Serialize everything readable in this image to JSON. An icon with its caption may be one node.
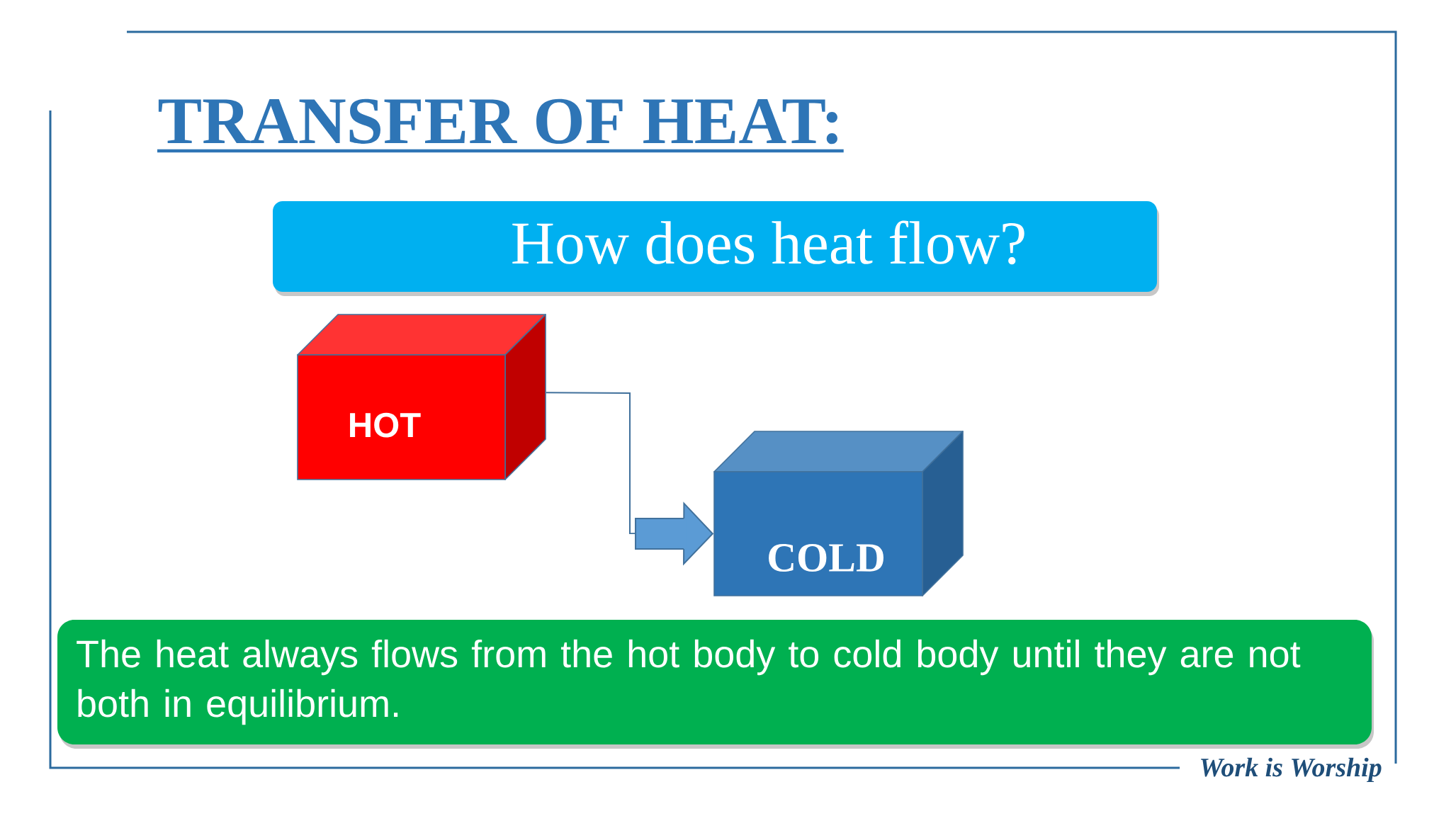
{
  "diagram": {
    "title": "TRANSFER OF HEAT:",
    "nodes": [
      {
        "text": [
          "How does heat flow?"
        ]
      },
      {
        "text": [
          "HOT"
        ]
      },
      {
        "text": [
          "COLD"
        ]
      },
      {
        "text": [
          "The heat always flows from the hot body to cold body until they are not both in equilibrium."
        ]
      }
    ],
    "edges": [
      {
        "from": 1,
        "to": 2,
        "arrow": "to"
      }
    ],
    "labels": [
      "Work is Worship"
    ]
  }
}
